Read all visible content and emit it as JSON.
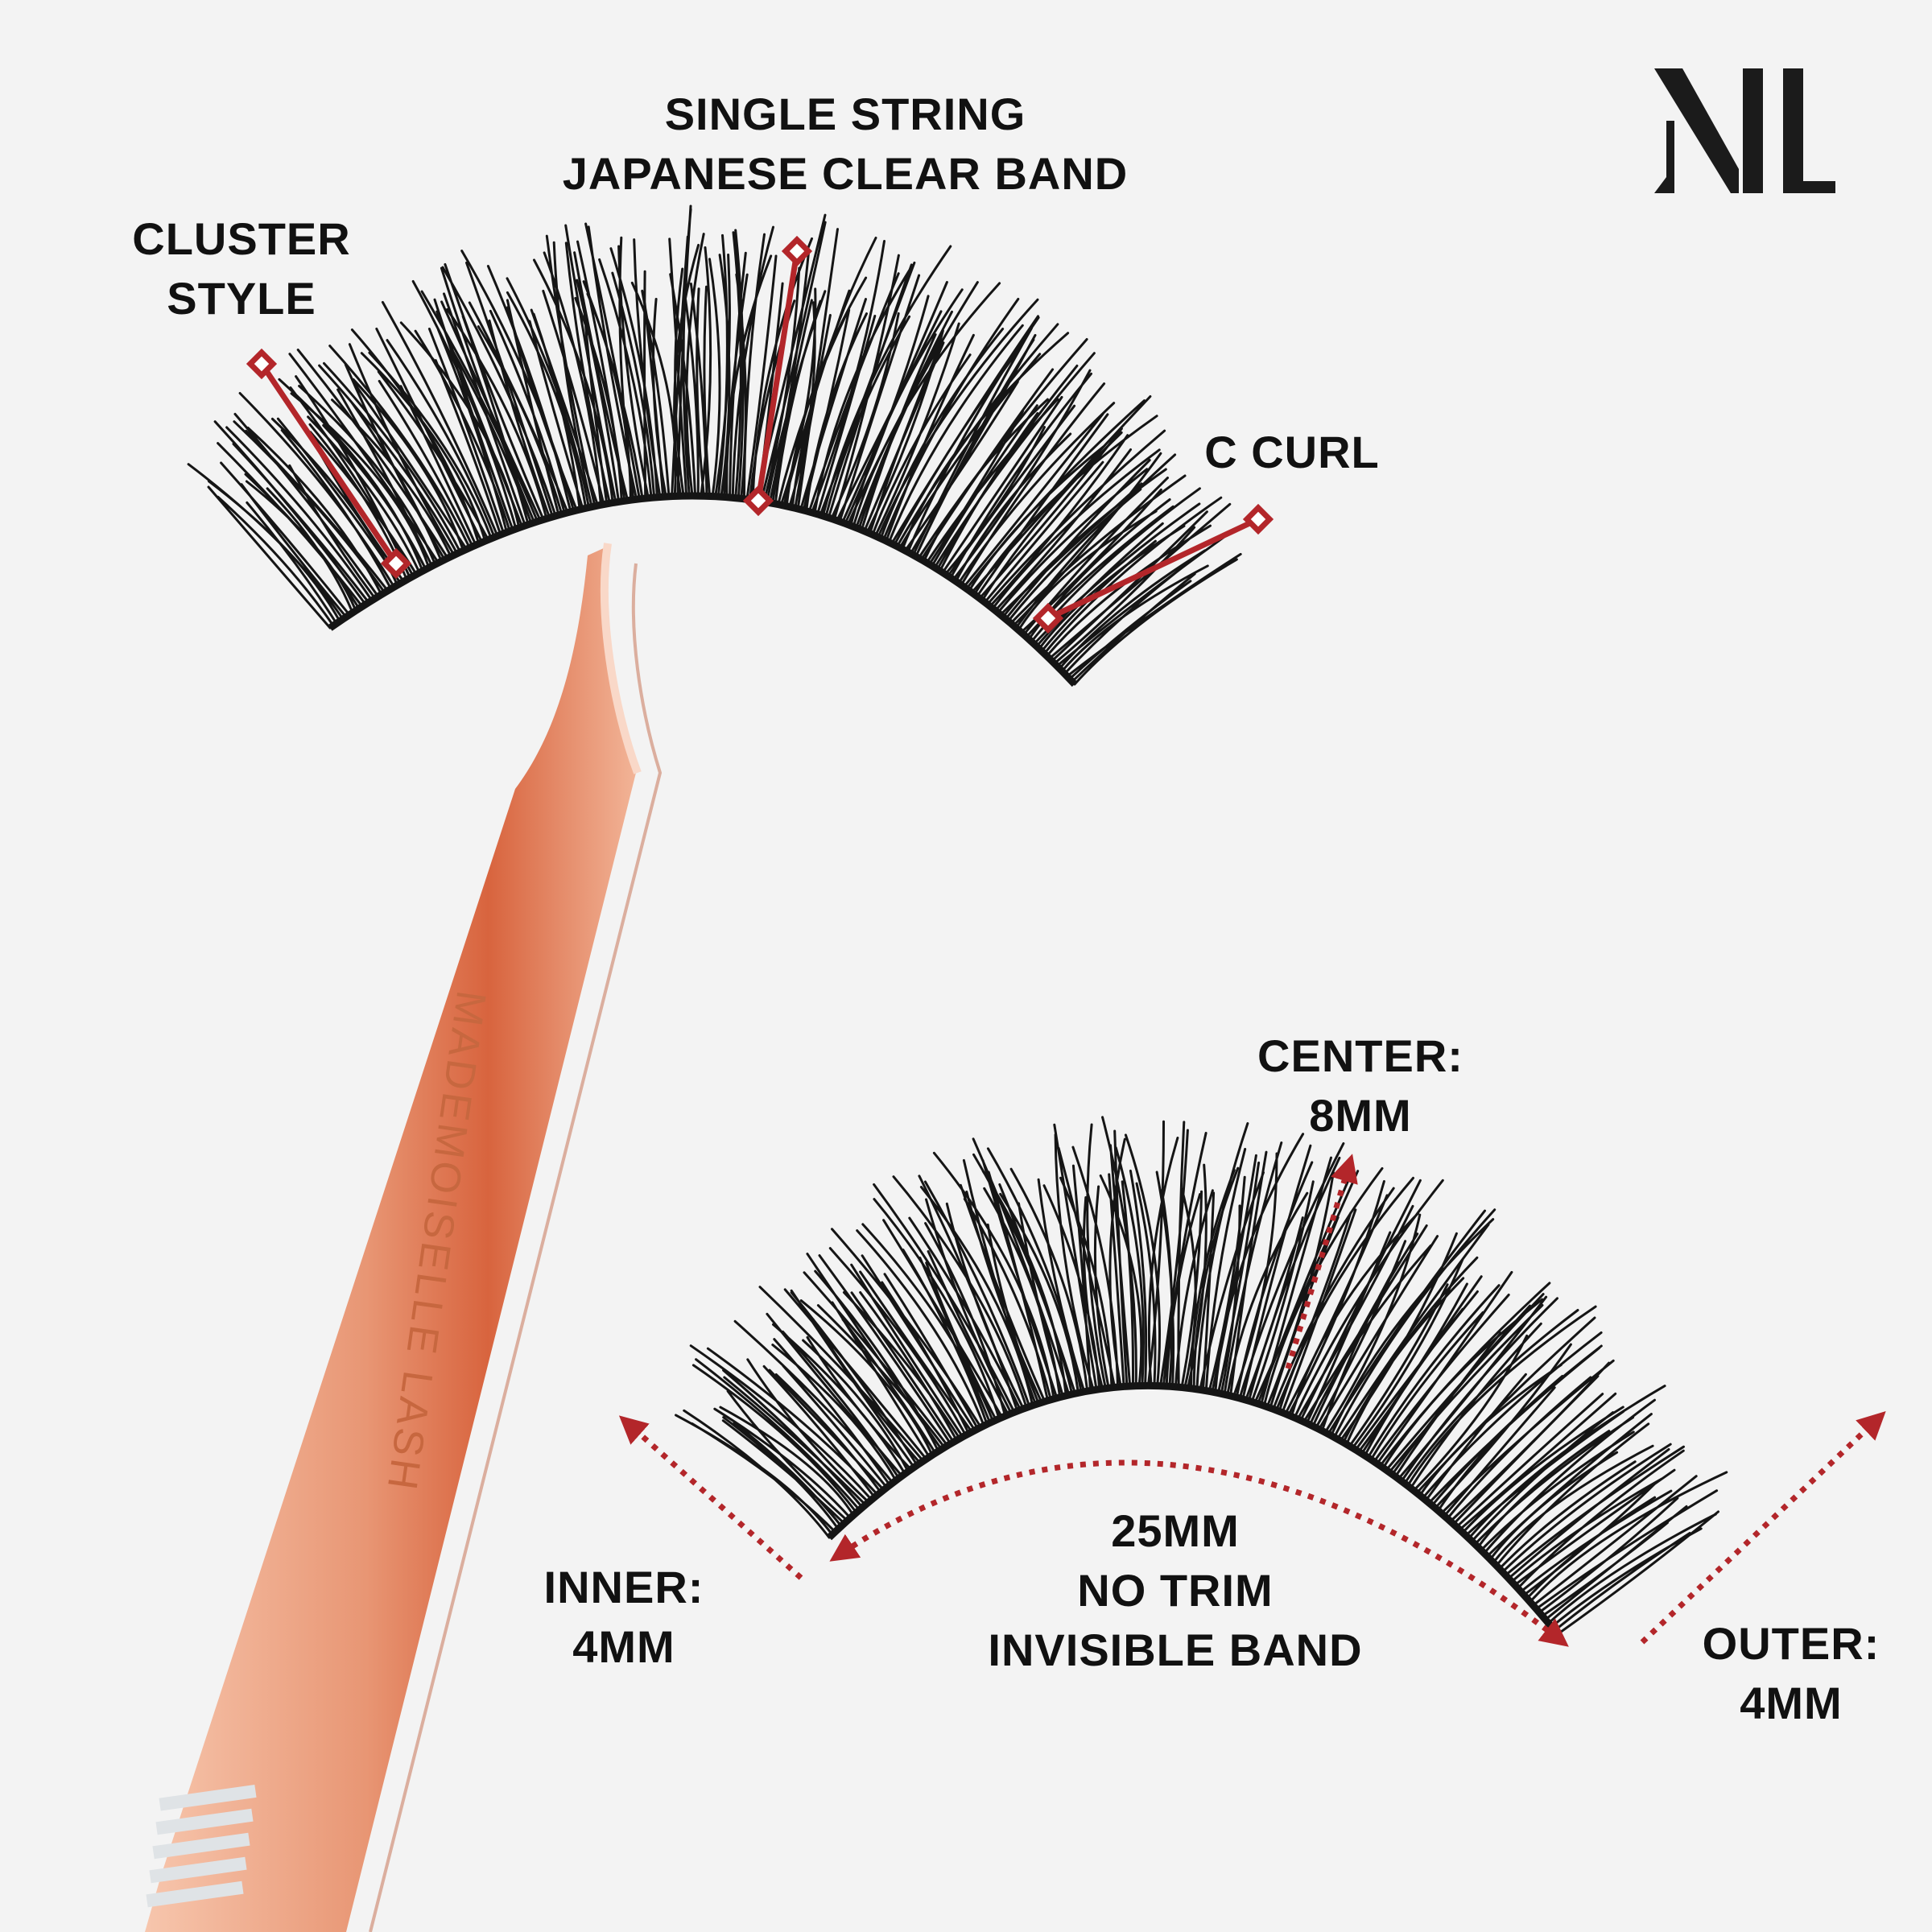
{
  "labels": {
    "single_string": [
      "SINGLE STRING",
      "JAPANESE CLEAR BAND"
    ],
    "cluster_style": [
      "CLUSTER",
      "STYLE"
    ],
    "c_curl": "C CURL",
    "center": [
      "CENTER:",
      "8MM"
    ],
    "inner": [
      "INNER:",
      "4MM"
    ],
    "outer": [
      "OUTER:",
      "4MM"
    ],
    "band": [
      "25MM",
      "NO TRIM",
      "INVISIBLE BAND"
    ]
  },
  "tweezer_engraving": "MADEMOISELLE LASH",
  "logo_text": "ML",
  "colors": {
    "background": "#f3f3f3",
    "annotation_red": "#b3262a",
    "lash_black": "#151515",
    "rose_gold": "#e8a587",
    "text": "#111111"
  }
}
